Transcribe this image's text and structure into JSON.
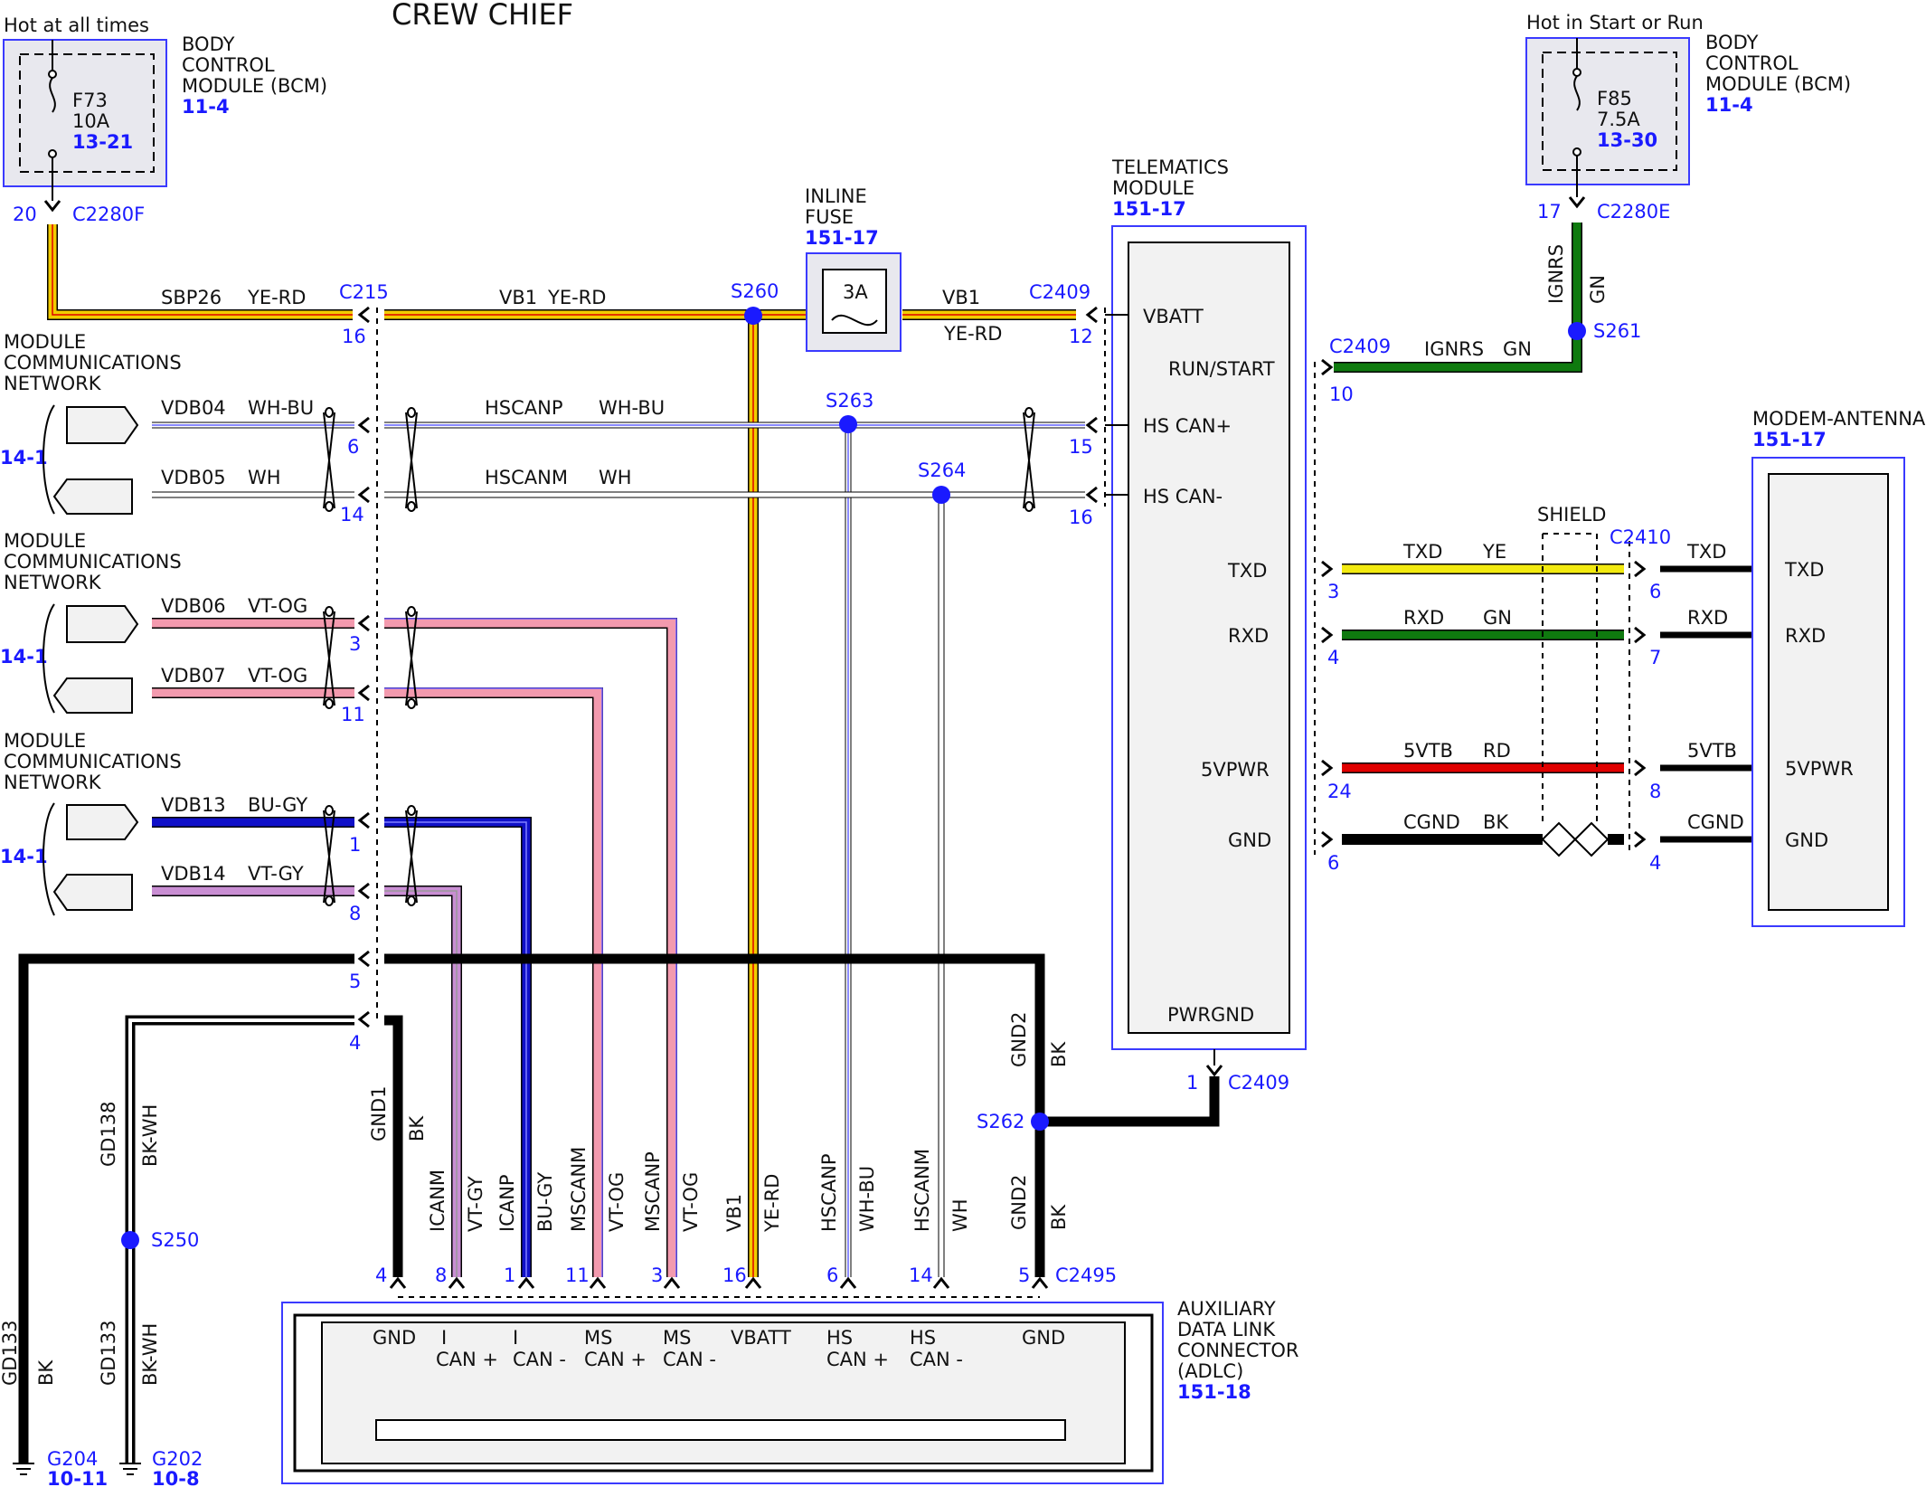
{
  "title": "CREW CHIEF",
  "colors": {
    "yellow": "#f2cc00",
    "red": "#e00000",
    "green": "#0f7a0f",
    "pink": "#f39aae",
    "violet": "#c98ed3",
    "blue": "#1010c8",
    "gray": "#d8d8d8",
    "ref_blue": "#1a1aff"
  },
  "bcm_left": {
    "supply": "Hot at all times",
    "name": [
      "BODY",
      "CONTROL",
      "MODULE (BCM)"
    ],
    "ref": "11-4",
    "fuse": "F73",
    "fuse_rating": "10A",
    "fuse_ref": "13-21",
    "pin": "20",
    "connector": "C2280F"
  },
  "bcm_right": {
    "supply": "Hot in Start or Run",
    "name": [
      "BODY",
      "CONTROL",
      "MODULE (BCM)"
    ],
    "ref": "11-4",
    "fuse": "F85",
    "fuse_rating": "7.5A",
    "fuse_ref": "13-30",
    "pin": "17",
    "connector": "C2280E",
    "circuit": "IGNRS",
    "color": "GN",
    "splice": "S261"
  },
  "inline_fuse": {
    "name": [
      "INLINE",
      "FUSE"
    ],
    "ref": "151-17",
    "rating": "3A"
  },
  "telematics": {
    "name": [
      "TELEMATICS",
      "MODULE"
    ],
    "ref": "151-17",
    "pins": [
      "VBATT",
      "RUN/START",
      "HS CAN+",
      "HS CAN-",
      "TXD",
      "RXD",
      "5VPWR",
      "GND",
      "PWRGND"
    ]
  },
  "modem": {
    "name": "MODEM-ANTENNA",
    "ref": "151-17",
    "pins": [
      "TXD",
      "RXD",
      "5VPWR",
      "GND"
    ]
  },
  "networks": [
    {
      "name": [
        "MODULE",
        "COMMUNICATIONS",
        "NETWORK"
      ],
      "ref": "14-1"
    },
    {
      "name": [
        "MODULE",
        "COMMUNICATIONS",
        "NETWORK"
      ],
      "ref": "14-1"
    },
    {
      "name": [
        "MODULE",
        "COMMUNICATIONS",
        "NETWORK"
      ],
      "ref": "14-1"
    }
  ],
  "splices": [
    "S260",
    "S263",
    "S264",
    "S262",
    "S250"
  ],
  "connectors": {
    "c215": "C215",
    "c2409": "C2409",
    "c2410": "C2410",
    "c2495": "C2495",
    "shield": "SHIELD"
  },
  "wires": {
    "sbp26": {
      "circuit": "SBP26",
      "color": "YE-RD"
    },
    "vb1_a": {
      "circuit": "VB1",
      "color": "YE-RD"
    },
    "vb1_b": {
      "circuit": "VB1",
      "color": "YE-RD"
    },
    "ignrs_b": {
      "circuit": "IGNRS",
      "color": "GN"
    },
    "vdb04": {
      "circuit": "VDB04",
      "color": "WH-BU"
    },
    "vdb05": {
      "circuit": "VDB05",
      "color": "WH"
    },
    "hscanp": {
      "circuit": "HSCANP",
      "color": "WH-BU"
    },
    "hscanm": {
      "circuit": "HSCANM",
      "color": "WH"
    },
    "vdb06": {
      "circuit": "VDB06",
      "color": "VT-OG"
    },
    "vdb07": {
      "circuit": "VDB07",
      "color": "VT-OG"
    },
    "vdb13": {
      "circuit": "VDB13",
      "color": "BU-GY"
    },
    "vdb14": {
      "circuit": "VDB14",
      "color": "VT-GY"
    },
    "txd": {
      "circuit": "TXD",
      "color": "YE",
      "out": "TXD"
    },
    "rxd": {
      "circuit": "RXD",
      "color": "GN",
      "out": "RXD"
    },
    "vtb": {
      "circuit": "5VTB",
      "color": "RD",
      "out": "5VTB"
    },
    "cgnd": {
      "circuit": "CGND",
      "color": "BK",
      "out": "CGND"
    },
    "gnd2_a": {
      "circuit": "GND2",
      "color": "BK"
    },
    "gnd2_b": {
      "circuit": "GND2",
      "color": "BK"
    },
    "gnd1": {
      "circuit": "GND1",
      "color": "BK"
    },
    "gd138": {
      "circuit": "GD138",
      "color": "BK-WH"
    },
    "gd133_a": {
      "circuit": "GD133",
      "color": "BK-WH"
    },
    "gd133_b": {
      "circuit": "GD133",
      "color": "BK"
    }
  },
  "pins": {
    "c215_left": [
      "16",
      "6",
      "14",
      "3",
      "11",
      "1",
      "8",
      "5",
      "4"
    ],
    "c2409_right": [
      "12",
      "15",
      "16",
      "10"
    ],
    "c2409_module": [
      "3",
      "4",
      "24",
      "6"
    ],
    "c2410": [
      "6",
      "7",
      "8",
      "4"
    ],
    "c2409_pwrgnd": "1",
    "adlc": [
      "4",
      "8",
      "1",
      "11",
      "3",
      "16",
      "6",
      "14",
      "5"
    ]
  },
  "adlc": {
    "name": [
      "AUXILIARY",
      "DATA LINK",
      "CONNECTOR",
      "(ADLC)"
    ],
    "ref": "151-18",
    "pins": [
      [
        "GND"
      ],
      [
        "I",
        "CAN +"
      ],
      [
        "I",
        "CAN -"
      ],
      [
        "MS",
        "CAN +"
      ],
      [
        "MS",
        "CAN -"
      ],
      [
        "VBATT"
      ],
      [
        "HS",
        "CAN +"
      ],
      [
        "HS",
        "CAN -"
      ],
      [
        "GND"
      ]
    ],
    "wire_labels": [
      [
        "GND1",
        "BK"
      ],
      [
        "ICANM",
        "VT-GY"
      ],
      [
        "ICANP",
        "BU-GY"
      ],
      [
        "MSCANM",
        "VT-OG"
      ],
      [
        "MSCANP",
        "VT-OG"
      ],
      [
        "VB1",
        "YE-RD"
      ],
      [
        "HSCANP",
        "WH-BU"
      ],
      [
        "HSCANM",
        "WH"
      ]
    ]
  },
  "grounds": [
    {
      "name": "G204",
      "ref": "10-11"
    },
    {
      "name": "G202",
      "ref": "10-8"
    }
  ]
}
